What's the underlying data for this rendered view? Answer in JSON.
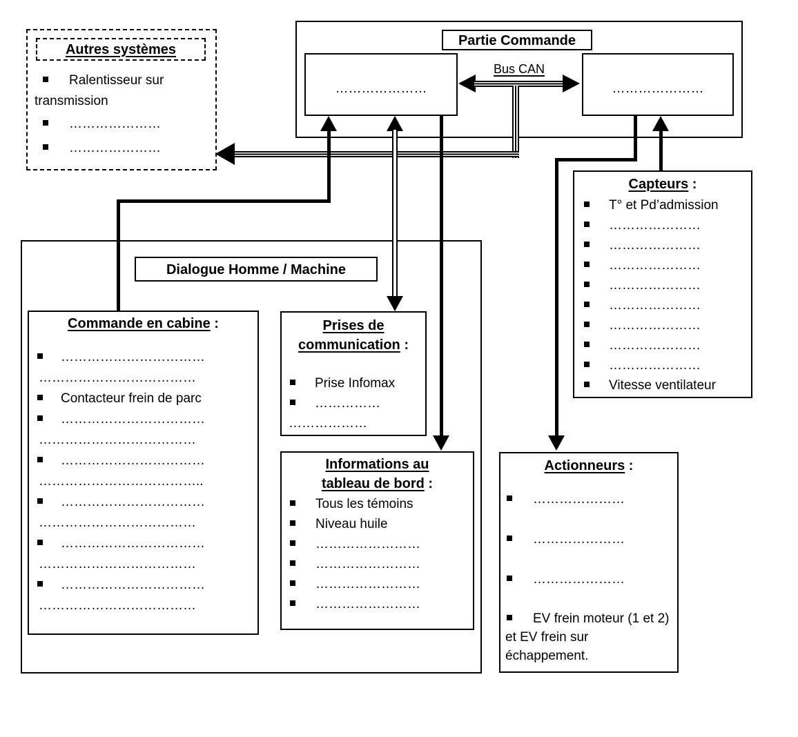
{
  "autres": {
    "title": "Autres systèmes",
    "items": [
      {
        "bullet": true,
        "text": "Ralentisseur sur transmission"
      },
      {
        "bullet": true,
        "text": "…………………"
      },
      {
        "bullet": true,
        "text": "…………………"
      }
    ]
  },
  "partie": {
    "title": "Partie Commande",
    "bus_label": "Bus CAN",
    "ecu_left_dots": "…………………",
    "ecu_right_dots": "…………………"
  },
  "dialogue": {
    "title": "Dialogue Homme / Machine"
  },
  "commande": {
    "title": "Commande en cabine",
    "colon": " :",
    "rows": [
      {
        "bullet": true,
        "text": "……………………………"
      },
      {
        "bullet": false,
        "text": "………………………………"
      },
      {
        "bullet": true,
        "text": "Contacteur frein de parc"
      },
      {
        "bullet": true,
        "text": "……………………………"
      },
      {
        "bullet": false,
        "text": "………………………………"
      },
      {
        "bullet": true,
        "text": "……………………………"
      },
      {
        "bullet": false,
        "text": "……………………………….."
      },
      {
        "bullet": true,
        "text": "……………………………"
      },
      {
        "bullet": false,
        "text": "………………………………"
      },
      {
        "bullet": true,
        "text": "……………………………"
      },
      {
        "bullet": false,
        "text": "………………………………"
      },
      {
        "bullet": true,
        "text": "……………………………"
      },
      {
        "bullet": false,
        "text": "………………………………"
      }
    ]
  },
  "prises": {
    "title_line1": "Prises de",
    "title_line2": "communication",
    "colon": " :",
    "rows": [
      {
        "bullet": true,
        "text": "Prise Infomax"
      },
      {
        "bullet": true,
        "text": "……………"
      },
      {
        "bullet": false,
        "text": "………………"
      }
    ]
  },
  "informations": {
    "title_line1": "Informations au",
    "title_line2": "tableau de bord",
    "colon": " :",
    "rows": [
      {
        "bullet": true,
        "text": "Tous les témoins"
      },
      {
        "bullet": true,
        "text": "Niveau huile"
      },
      {
        "bullet": true,
        "text": "……………………"
      },
      {
        "bullet": true,
        "text": "……………………"
      },
      {
        "bullet": true,
        "text": "……………………"
      },
      {
        "bullet": true,
        "text": "……………………"
      }
    ]
  },
  "capteurs": {
    "title": "Capteurs",
    "colon": " :",
    "rows": [
      {
        "bullet": true,
        "text": "T° et Pd’admission"
      },
      {
        "bullet": true,
        "text": "…………………"
      },
      {
        "bullet": true,
        "text": "…………………"
      },
      {
        "bullet": true,
        "text": "…………………"
      },
      {
        "bullet": true,
        "text": "…………………"
      },
      {
        "bullet": true,
        "text": "…………………"
      },
      {
        "bullet": true,
        "text": "…………………"
      },
      {
        "bullet": true,
        "text": "…………………"
      },
      {
        "bullet": true,
        "text": "…………………"
      },
      {
        "bullet": true,
        "text": "Vitesse ventilateur"
      }
    ]
  },
  "actionneurs": {
    "title": "Actionneurs",
    "colon": " :",
    "rows": [
      {
        "bullet": true,
        "text": "…………………"
      },
      {
        "bullet": true,
        "text": "…………………"
      },
      {
        "bullet": true,
        "text": "…………………"
      },
      {
        "bullet": true,
        "text": "EV frein moteur (1 et 2) et EV frein sur échappement."
      }
    ]
  },
  "colors": {
    "line": "#000000",
    "background": "#ffffff"
  }
}
